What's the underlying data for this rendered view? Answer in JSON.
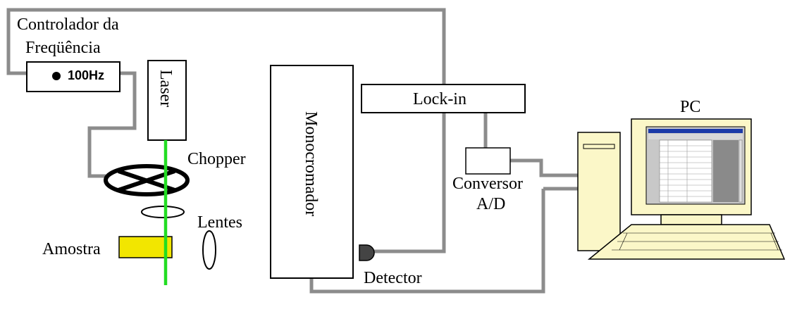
{
  "labels": {
    "controller_line1": "Controlador da",
    "controller_line2": "Freqüência",
    "frequency": "100Hz",
    "laser": "Laser",
    "chopper": "Chopper",
    "lenses": "Lentes",
    "sample": "Amostra",
    "monochromator": "Monocromador",
    "lockin": "Lock-in",
    "pc": "PC",
    "converter_line1": "Conversor",
    "converter_line2": "A/D",
    "detector": "Detector"
  },
  "colors": {
    "cable": "#8c8c8c",
    "laser_beam": "#22dd22",
    "sample": "#f2e600",
    "pc_body": "#fbf7c8",
    "screen_bg": "#c8c8c8",
    "window_title": "#1b3aa8",
    "stroke": "#000000"
  },
  "icons": [
    "frequency-indicator-dot-icon",
    "detector-icon",
    "chopper-icon",
    "lens-icon",
    "computer-icon"
  ]
}
